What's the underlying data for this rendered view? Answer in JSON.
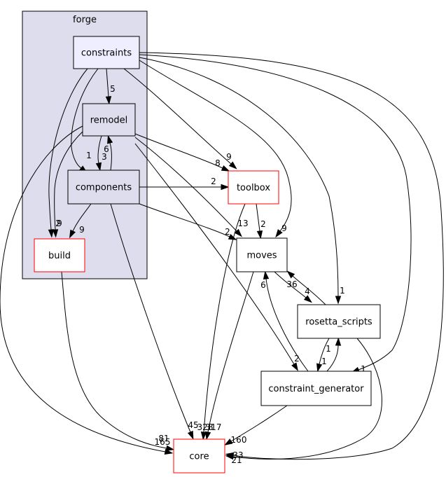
{
  "cluster": {
    "label": "forge"
  },
  "colors": {
    "cluster_fill": "#ddddee",
    "node_default_fill": "#ffffff",
    "node_highlight_fill": "#eeeeff",
    "border_default": "#000000",
    "border_external": "#ff0000"
  },
  "nodes": [
    {
      "id": "constraints",
      "label": "constraints",
      "style": "highlight"
    },
    {
      "id": "remodel",
      "label": "remodel",
      "style": "cluster-member"
    },
    {
      "id": "components",
      "label": "components",
      "style": "cluster-member"
    },
    {
      "id": "build",
      "label": "build",
      "style": "external"
    },
    {
      "id": "toolbox",
      "label": "toolbox",
      "style": "external"
    },
    {
      "id": "moves",
      "label": "moves",
      "style": "plain"
    },
    {
      "id": "rosetta_scripts",
      "label": "rosetta_scripts",
      "style": "plain"
    },
    {
      "id": "constraint_generator",
      "label": "constraint_generator",
      "style": "plain"
    },
    {
      "id": "core",
      "label": "core",
      "style": "external"
    }
  ],
  "edges": [
    {
      "from": "constraints",
      "to": "remodel",
      "label": "5"
    },
    {
      "from": "constraints",
      "to": "components",
      "label": "1"
    },
    {
      "from": "constraints",
      "to": "build",
      "label": "2"
    },
    {
      "from": "constraints",
      "to": "toolbox",
      "label": "9"
    },
    {
      "from": "constraints",
      "to": "moves",
      "label": "9"
    },
    {
      "from": "constraints",
      "to": "rosetta_scripts",
      "label": "1"
    },
    {
      "from": "constraints",
      "to": "constraint_generator",
      "label": "1"
    },
    {
      "from": "constraints",
      "to": "core",
      "label": "33"
    },
    {
      "from": "remodel",
      "to": "components",
      "label": "3"
    },
    {
      "from": "components",
      "to": "remodel",
      "label": "6"
    },
    {
      "from": "remodel",
      "to": "build",
      "label": "9"
    },
    {
      "from": "remodel",
      "to": "toolbox",
      "label": "8"
    },
    {
      "from": "remodel",
      "to": "moves",
      "label": "13"
    },
    {
      "from": "remodel",
      "to": "constraint_generator",
      "label": "2"
    },
    {
      "from": "remodel",
      "to": "core",
      "label": "165"
    },
    {
      "from": "components",
      "to": "build",
      "label": "9"
    },
    {
      "from": "components",
      "to": "toolbox",
      "label": "2"
    },
    {
      "from": "components",
      "to": "moves",
      "label": "2"
    },
    {
      "from": "components",
      "to": "core",
      "label": "45"
    },
    {
      "from": "build",
      "to": "core",
      "label": "81"
    },
    {
      "from": "toolbox",
      "to": "moves",
      "label": "2"
    },
    {
      "from": "toolbox",
      "to": "core",
      "label": "328"
    },
    {
      "from": "moves",
      "to": "rosetta_scripts",
      "label": "4"
    },
    {
      "from": "moves",
      "to": "core",
      "label": "317"
    },
    {
      "from": "rosetta_scripts",
      "to": "moves",
      "label": "36"
    },
    {
      "from": "rosetta_scripts",
      "to": "constraint_generator",
      "label": "1"
    },
    {
      "from": "rosetta_scripts",
      "to": "core",
      "label": "21"
    },
    {
      "from": "constraint_generator",
      "to": "moves",
      "label": "6"
    },
    {
      "from": "constraint_generator",
      "to": "rosetta_scripts",
      "label": "1"
    },
    {
      "from": "constraint_generator",
      "to": "core",
      "label": "160"
    }
  ]
}
